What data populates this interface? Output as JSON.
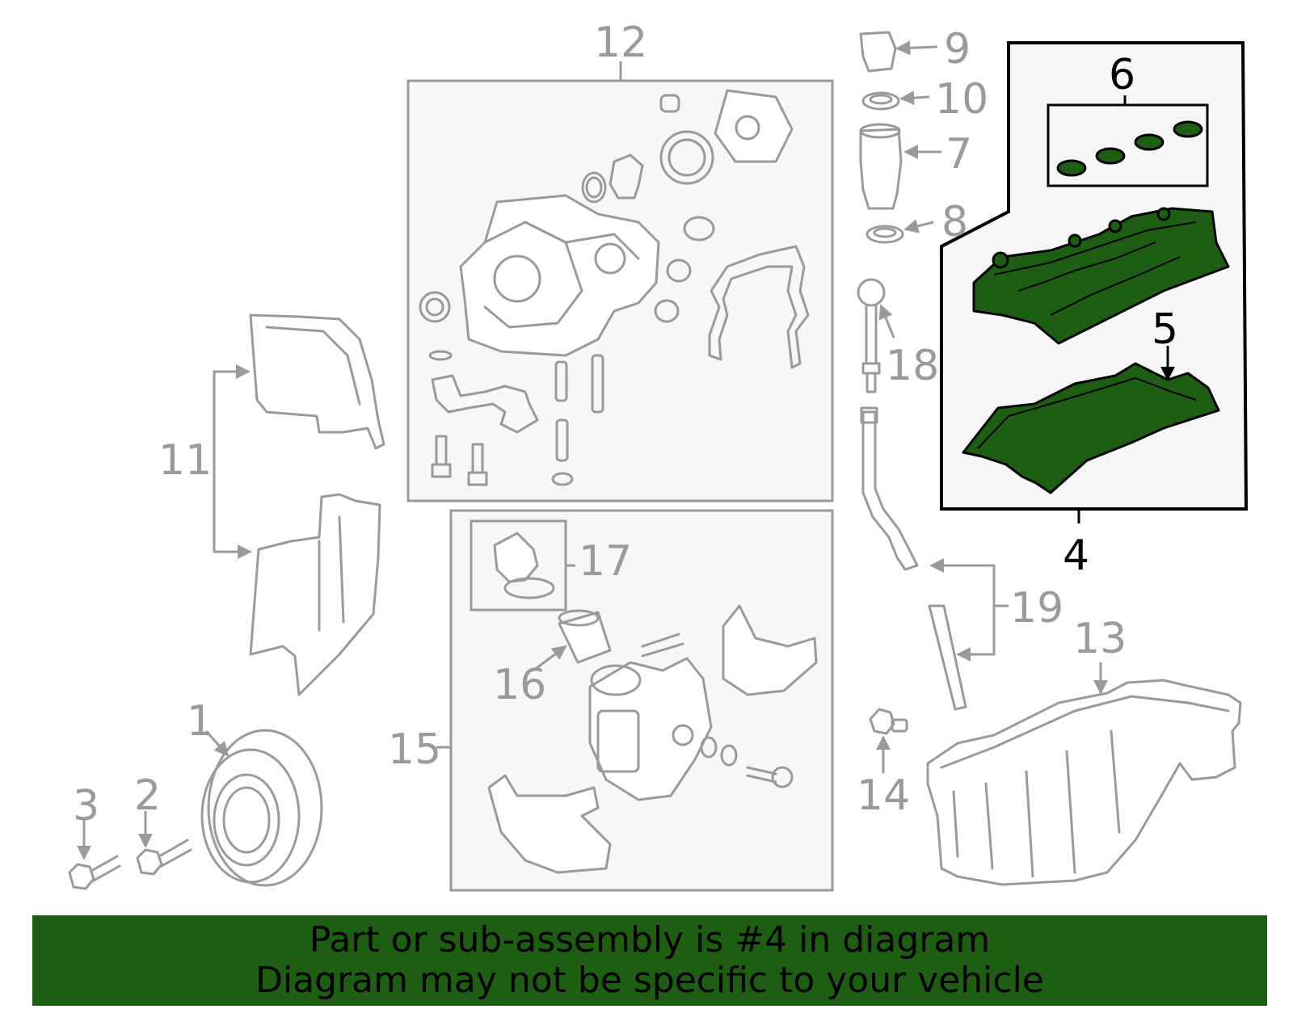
{
  "colors": {
    "highlight_fill": "#1e5e12",
    "highlight_stroke": "#000000",
    "part_stroke": "#9a9a9a",
    "box_fill": "#f7f7f7",
    "banner_bg": "#1e5e12"
  },
  "diagram": {
    "callouts": {
      "c1": "1",
      "c2": "2",
      "c3": "3",
      "c4": "4",
      "c5": "5",
      "c6": "6",
      "c7": "7",
      "c8": "8",
      "c9": "9",
      "c10": "10",
      "c11": "11",
      "c12": "12",
      "c13": "13",
      "c14": "14",
      "c15": "15",
      "c16": "16",
      "c17": "17",
      "c18": "18",
      "c19": "19"
    },
    "highlighted_part": "4"
  },
  "banner": {
    "line1": "Part or sub-assembly is #4 in diagram",
    "line2": "Diagram may not be specific to your vehicle"
  }
}
